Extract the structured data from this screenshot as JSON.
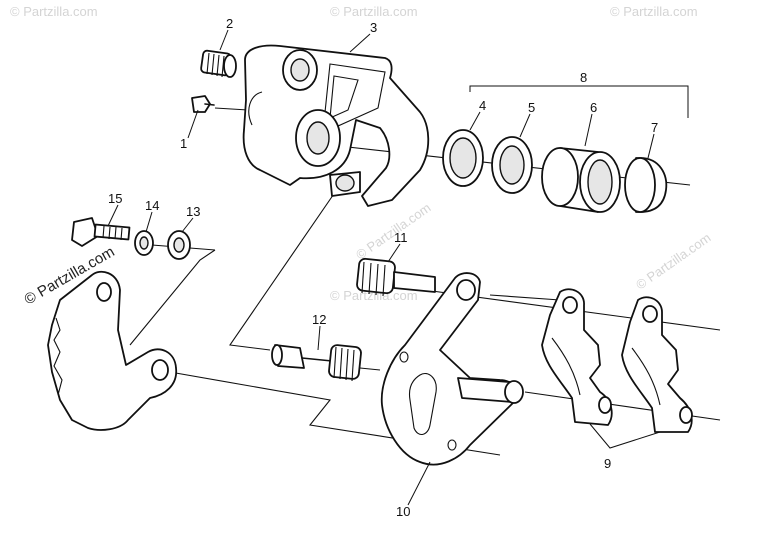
{
  "watermark": {
    "main_text": "© Partzilla.com",
    "faint_text": "© Partzilla.com"
  },
  "callouts": [
    "1",
    "2",
    "3",
    "4",
    "5",
    "6",
    "7",
    "8",
    "9",
    "10",
    "11",
    "12",
    "13",
    "14",
    "15"
  ],
  "colors": {
    "line": "#111111",
    "background": "#ffffff",
    "watermark": "#d4d4d4"
  }
}
